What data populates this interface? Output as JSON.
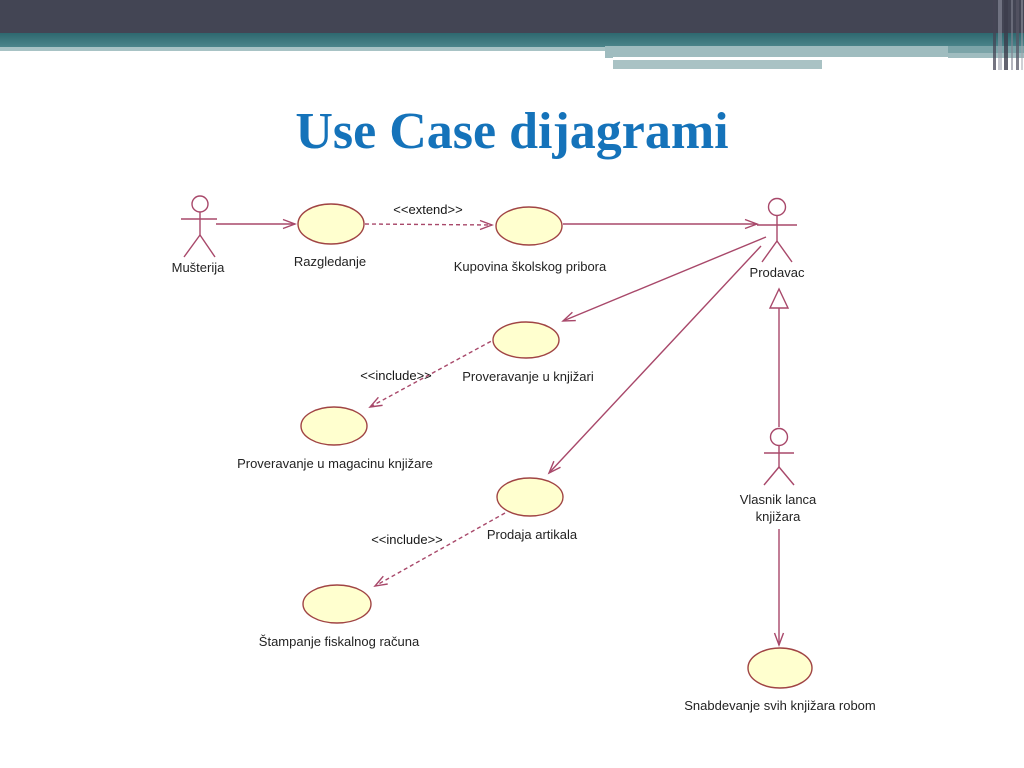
{
  "slide": {
    "title": "Use Case dijagrami"
  },
  "theme": {
    "bar_dark": "#434554",
    "bar_teal": "#3f777d",
    "accent_light": "#a6c2c4",
    "title_color": "#1573ba",
    "connector_color": "#a8486a",
    "ellipse_fill": "#ffffcf",
    "ellipse_stroke": "#a04444",
    "label_color": "#232323"
  },
  "diagram": {
    "actors": [
      {
        "id": "musterija",
        "label": "Mušterija"
      },
      {
        "id": "prodavac",
        "label": "Prodavac"
      },
      {
        "id": "vlasnik",
        "label": "Vlasnik lanca",
        "label2": "knjižara"
      }
    ],
    "use_cases": [
      {
        "id": "razgledanje",
        "label": "Razgledanje"
      },
      {
        "id": "kupovina",
        "label": "Kupovina školskog pribora"
      },
      {
        "id": "proveravanje_knjizari",
        "label": "Proveravanje u knjižari"
      },
      {
        "id": "proveravanje_magacin",
        "label": "Proveravanje u magacinu knjižare"
      },
      {
        "id": "prodaja",
        "label": "Prodaja artikala"
      },
      {
        "id": "stampanje",
        "label": "Štampanje fiskalnog računa"
      },
      {
        "id": "snabdevanje",
        "label": "Snabdevanje svih knjižara robom"
      }
    ],
    "stereotypes": {
      "extend": "<<extend>>",
      "include1": "<<include>>",
      "include2": "<<include>>"
    }
  }
}
